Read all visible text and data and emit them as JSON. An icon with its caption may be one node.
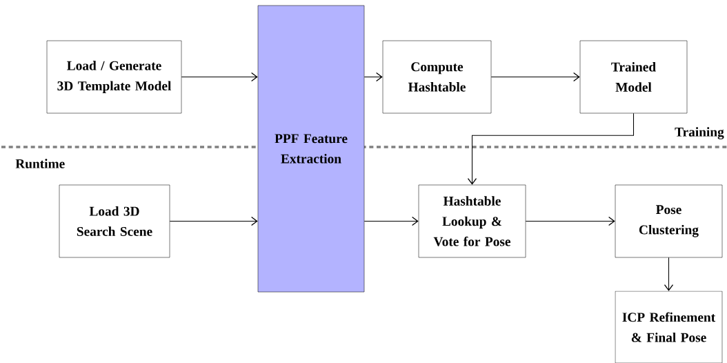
{
  "diagram": {
    "nodes": [
      {
        "text": [
          "Load / Generate 3D Template Model"
        ]
      },
      {
        "text": [
          "PPF Feature Extraction"
        ]
      },
      {
        "text": [
          "Compute Hashtable"
        ]
      },
      {
        "text": [
          "Trained Model"
        ]
      },
      {
        "text": [
          "Load 3D Search Scene"
        ]
      },
      {
        "text": [
          "Hashtable Lookup & Vote for Pose"
        ]
      },
      {
        "text": [
          "Pose Clustering"
        ]
      },
      {
        "text": [
          "ICP Refinement & Final Pose"
        ]
      }
    ],
    "edges": [
      {
        "from": 0,
        "to": 1,
        "arrow": "to"
      },
      {
        "from": 1,
        "to": 2,
        "arrow": "to"
      },
      {
        "from": 2,
        "to": 3,
        "arrow": "to"
      },
      {
        "from": 3,
        "to": 5,
        "arrow": "to"
      },
      {
        "from": 4,
        "to": 1,
        "arrow": "to"
      },
      {
        "from": 1,
        "to": 5,
        "arrow": "to"
      },
      {
        "from": 5,
        "to": 6,
        "arrow": "to"
      },
      {
        "from": 6,
        "to": 7,
        "arrow": "to"
      }
    ],
    "labels": [
      "Training",
      "Runtime"
    ]
  }
}
